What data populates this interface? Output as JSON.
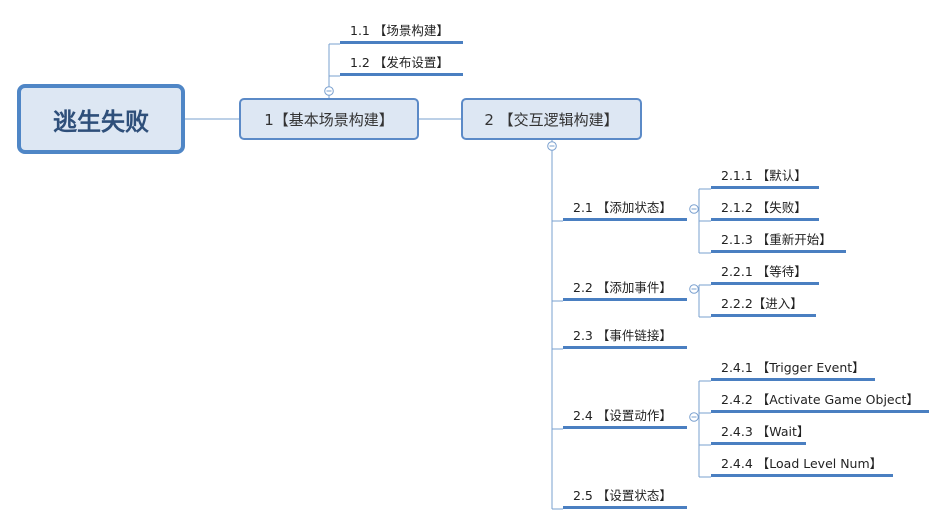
{
  "root": {
    "label": "逃生失败"
  },
  "branch_1": {
    "label": "1【基本场景构建】",
    "children": [
      "1.1 【场景构建】",
      "1.2 【发布设置】"
    ]
  },
  "branch_2": {
    "label": "2 【交互逻辑构建】",
    "children": [
      {
        "label": "2.1 【添加状态】",
        "children": [
          "2.1.1 【默认】",
          "2.1.2 【失败】",
          "2.1.3 【重新开始】"
        ]
      },
      {
        "label": "2.2 【添加事件】",
        "children": [
          "2.2.1 【等待】",
          "2.2.2【进入】"
        ]
      },
      {
        "label": "2.3 【事件链接】"
      },
      {
        "label": "2.4 【设置动作】",
        "children": [
          "2.4.1 【Trigger Event】",
          "2.4.2 【Activate Game Object】",
          "2.4.3 【Wait】",
          "2.4.4 【Load Level Num】"
        ]
      },
      {
        "label": "2.5 【设置状态】"
      }
    ]
  },
  "colors": {
    "line": "#5b8ac7",
    "node_fill": "#dde7f3",
    "node_border": "#5b8ac7",
    "underline": "#4a7fc1"
  },
  "icons": {
    "collapse": "collapse-toggle-icon"
  }
}
